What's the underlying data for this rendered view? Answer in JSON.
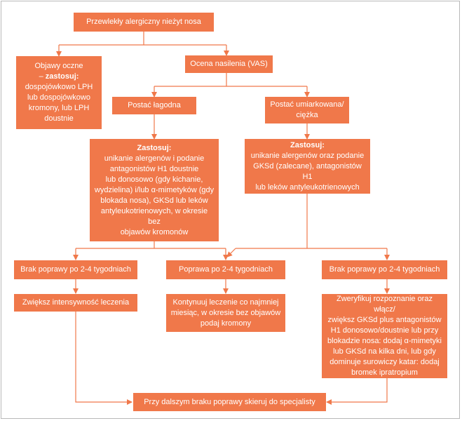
{
  "flowchart": {
    "root": "Przewlekły alergiczny nieżyt nosa",
    "eye_symptoms": {
      "line1": "Objawy oczne",
      "dash": "– ",
      "bold": "zastosuj:",
      "line3": "dospojówkowo LPH",
      "line4": "lub dospojówkowo",
      "line5": "kromony, lub LPH",
      "line6": "doustnie"
    },
    "vas": "Ocena nasilenia (VAS)",
    "mild": "Postać łagodna",
    "moderate": {
      "line1": "Postać umiarkowana/",
      "line2": "ciężka"
    },
    "mild_treatment": {
      "heading": "Zastosuj:",
      "line1": "unikanie alergenów i podanie",
      "line2": "antagonistów H1 doustnie",
      "line3": "lub donosowo (gdy kichanie,",
      "line4": "wydzielina) i/lub α-mimetyków (gdy",
      "line5": "blokada nosa), GKSd lub leków",
      "line6": "antyleukotrienowych, w okresie bez",
      "line7": "objawów kromonów"
    },
    "moderate_treatment": {
      "heading": "Zastosuj:",
      "line1": "unikanie alergenów oraz podanie",
      "line2": "GKSd (zalecane), antagonistów H1",
      "line3": "lub leków antyleukotrienowych"
    },
    "no_improvement_left": "Brak poprawy po 2-4 tygodniach",
    "improvement": "Poprawa po 2-4 tygodniach",
    "no_improvement_right": "Brak poprawy po 2-4 tygodniach",
    "intensify": "Zwiększ intensywność leczenia",
    "continue": {
      "line1": "Kontynuuj leczenie co najmniej",
      "line2": "miesiąc, w okresie bez objawów",
      "line3": "podaj kromony"
    },
    "verify": {
      "line1": "Zweryfikuj rozpoznanie oraz włącz/",
      "line2": "zwiększ GKSd plus antagonistów",
      "line3": "H1 donosowo/doustnie lub przy",
      "line4": "blokadzie nosa: dodaj α-mimetyki",
      "line5": "lub GKSd na kilka dni, lub gdy",
      "line6": "dominuje surowiczy katar: dodaj",
      "line7": "bromek ipratropium"
    },
    "specialist": "Przy dalszym braku poprawy skieruj do specjalisty"
  },
  "colors": {
    "box_fill": "#f0784a",
    "box_text": "#ffffff",
    "connector": "#f0784a",
    "frame": "#b9b9b9"
  }
}
